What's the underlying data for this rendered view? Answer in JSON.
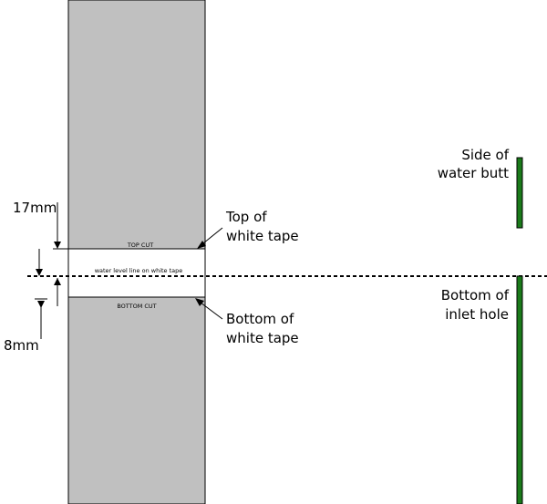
{
  "labels": {
    "side_of_water_butt_1": "Side of",
    "side_of_water_butt_2": "water butt",
    "bottom_of_inlet_hole_1": "Bottom of",
    "bottom_of_inlet_hole_2": "inlet hole",
    "top_of_white_tape_1": "Top of",
    "top_of_white_tape_2": "white tape",
    "bottom_of_white_tape_1": "Bottom of",
    "bottom_of_white_tape_2": "white tape",
    "top_cut": "TOP CUT",
    "bottom_cut": "BOTTOM CUT",
    "water_level_line": "water level line on white tape",
    "dim_17mm": "17mm",
    "dim_8mm": "8mm"
  },
  "colors": {
    "grey_board": "#c0c0c0",
    "butt_wall": "#1a7a1a",
    "tape": "#ffffff"
  }
}
